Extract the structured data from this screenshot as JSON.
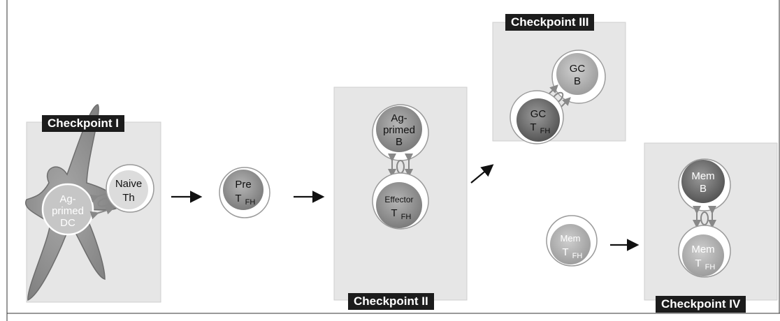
{
  "checkpoints": {
    "one": "Checkpoint I",
    "two": "Checkpoint II",
    "three": "Checkpoint III",
    "four": "Checkpoint IV"
  },
  "cells": {
    "dc": [
      "Ag-",
      "primed",
      "DC"
    ],
    "naive_th": [
      "Naive",
      "Th"
    ],
    "pre_tfh": {
      "main": "Pre",
      "sub_main": "T",
      "sub": "FH"
    },
    "ag_primed_b": [
      "Ag-",
      "primed",
      "B"
    ],
    "effector_tfh": {
      "main": "Effector",
      "sub_main": "T",
      "sub": "FH"
    },
    "gc_b": [
      "GC",
      "B"
    ],
    "gc_tfh": {
      "main": "GC",
      "sub_main": "T",
      "sub": "FH"
    },
    "mem_tfh_left": {
      "main": "Mem",
      "sub_main": "T",
      "sub": "FH"
    },
    "mem_b": [
      "Mem",
      "B"
    ],
    "mem_tfh_right": {
      "main": "Mem",
      "sub_main": "T",
      "sub": "FH"
    }
  },
  "colors": {
    "panel": "#e6e6e6",
    "cell_dark": "#7a7a7a",
    "cell_mid": "#9a9a9a",
    "label_bg": "#1c1c1c"
  }
}
